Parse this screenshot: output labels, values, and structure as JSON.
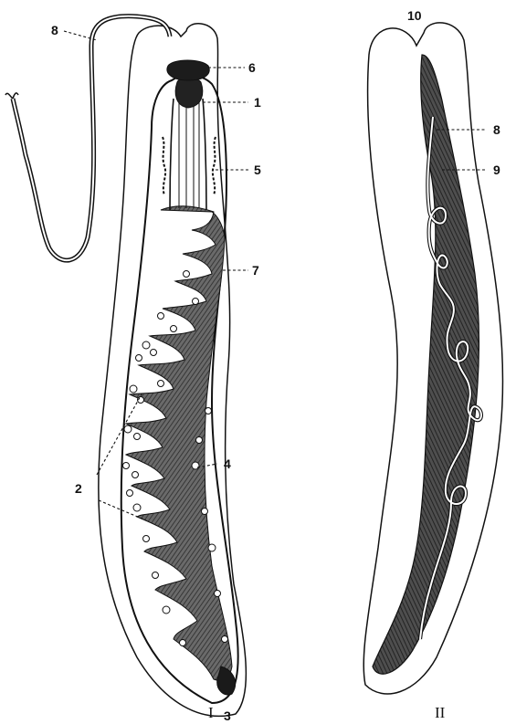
{
  "figure_I": {
    "caption": "I",
    "labels": {
      "l1": "1",
      "l2": "2",
      "l3": "3",
      "l4": "4",
      "l5": "5",
      "l6": "6",
      "l7": "7",
      "l8": "8"
    }
  },
  "figure_II": {
    "caption": "II",
    "labels": {
      "l8": "8",
      "l9": "9",
      "l10": "10"
    }
  },
  "colors": {
    "ink": "#111111",
    "paper": "#ffffff",
    "shade": "#5a5a5a",
    "dark": "#2b2b2b"
  }
}
